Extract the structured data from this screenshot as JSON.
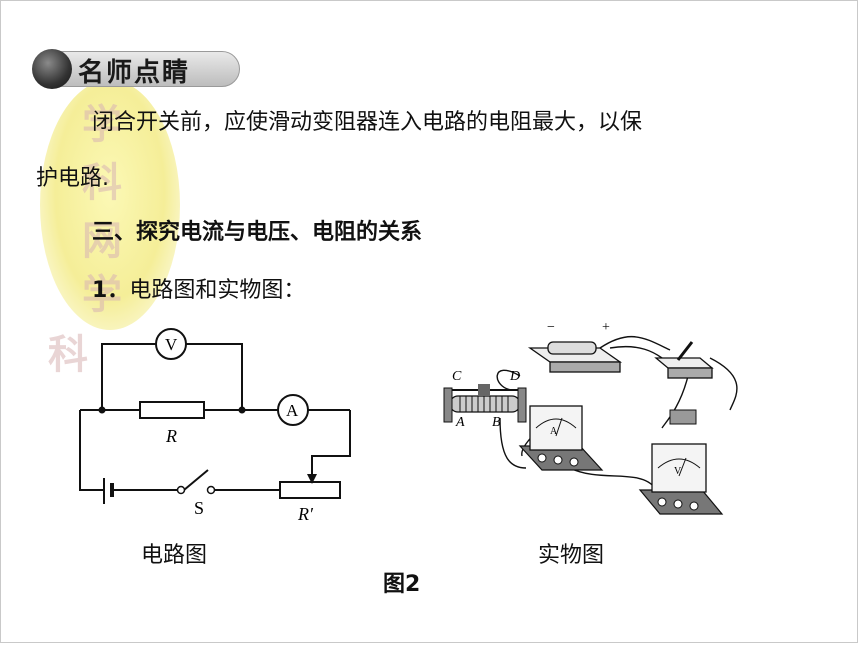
{
  "badge": {
    "label": "名师点睛"
  },
  "tip": {
    "line1": "闭合开关前，应使滑动变阻器连入电路的电阻最大，以保",
    "line2": "护电路."
  },
  "section": {
    "heading": "三、探究电流与电压、电阻的关系",
    "item_number": "1．",
    "item_text": "电路图和实物图："
  },
  "watermark": {
    "chars": [
      "学",
      "科",
      "网",
      "学",
      "科"
    ]
  },
  "circuit": {
    "voltmeter": "V",
    "ammeter": "A",
    "resistor": "R",
    "switch": "S",
    "rheostat": "R′"
  },
  "physical": {
    "battery_neg": "−",
    "battery_pos": "+",
    "terminal_c": "C",
    "terminal_d": "D",
    "terminal_a": "A",
    "terminal_b": "B",
    "ammeter_device": "A",
    "voltmeter_device": "V"
  },
  "captions": {
    "circuit": "电路图",
    "physical": "实物图",
    "figure": "图2"
  }
}
